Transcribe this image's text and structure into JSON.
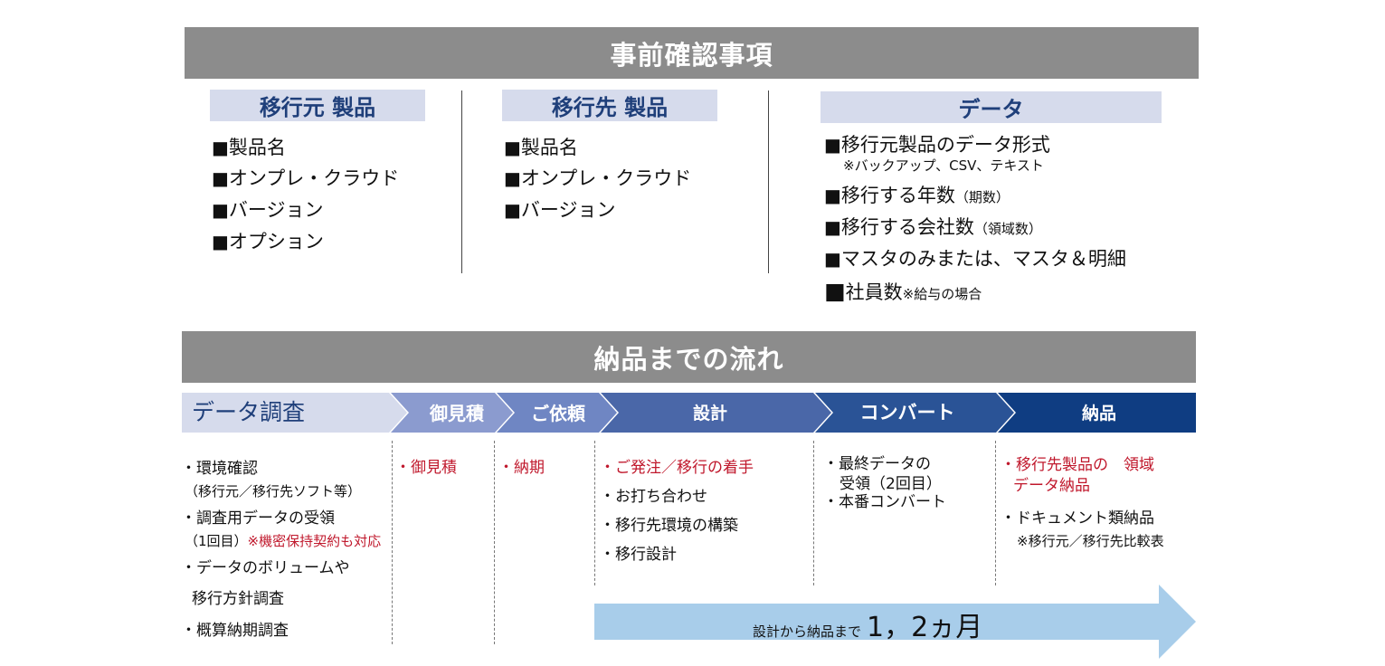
{
  "prechecks": {
    "banner": "事前確認事項",
    "columns": [
      {
        "header": "移行元 製品",
        "items": [
          {
            "marker": "■",
            "text": "製品名"
          },
          {
            "marker": "■",
            "text": "オンプレ・クラウド"
          },
          {
            "marker": "■",
            "text": "バージョン"
          },
          {
            "marker": "■",
            "text": "オプション"
          }
        ]
      },
      {
        "header": "移行先 製品",
        "items": [
          {
            "marker": "■",
            "text": "製品名"
          },
          {
            "marker": "■",
            "text": "オンプレ・クラウド"
          },
          {
            "marker": "■",
            "text": "バージョン"
          }
        ]
      },
      {
        "header": "データ",
        "items": [
          {
            "marker": "■",
            "text": "移行元製品のデータ形式",
            "note": "※バックアップ、CSV、テキスト"
          },
          {
            "marker": "■",
            "text": "移行する年数",
            "small": "（期数）"
          },
          {
            "marker": "■",
            "text": "移行する会社数",
            "small": "（領域数）"
          },
          {
            "marker": "■",
            "text": "マスタのみまたは、マスタ＆明細"
          },
          {
            "marker": "■",
            "text": "社員数",
            "small": "※給与の場合"
          }
        ]
      }
    ]
  },
  "flow": {
    "banner": "納品までの流れ",
    "colors": {
      "step1": "#d6dbec",
      "step2": "#8b9bcf",
      "step3": "#6f86c3",
      "step4": "#4a67a8",
      "step5": "#2a5396",
      "step6": "#0f3d82",
      "red": "#c0182c",
      "arrow": "#a8cdea"
    },
    "steps": [
      {
        "label": "データ調査",
        "details": [
          {
            "text": "・環境確認",
            "sub": "（移行元／移行先ソフト等）"
          },
          {
            "text": "・調査用データの受領",
            "sub": "（1回目）",
            "sub_red": "※機密保持契約も対応"
          },
          {
            "text": "・データのボリュームや"
          },
          {
            "text": "移行方針調査"
          },
          {
            "text": "・概算納期調査"
          }
        ]
      },
      {
        "label": "御見積",
        "details": [
          {
            "text": "・御見積",
            "red": true
          }
        ]
      },
      {
        "label": "ご依頼",
        "details": [
          {
            "text": "・納期",
            "red": true
          }
        ]
      },
      {
        "label": "設計",
        "details": [
          {
            "text": "・ご発注／移行の着手",
            "red": true
          },
          {
            "text": "・お打ち合わせ"
          },
          {
            "text": "・移行先環境の構築"
          },
          {
            "text": "・移行設計"
          }
        ]
      },
      {
        "label": "コンバート",
        "details": [
          {
            "text": "・最終データの"
          },
          {
            "text": "受領（2回目）"
          },
          {
            "text": "・本番コンバート"
          }
        ]
      },
      {
        "label": "納品",
        "details": [
          {
            "text": "・移行先製品の　領域",
            "red": true
          },
          {
            "text": "データ納品",
            "red": true
          },
          {
            "text": "・ドキュメント類納品"
          },
          {
            "text": "※移行元／移行先比較表",
            "note": true
          }
        ]
      }
    ],
    "duration": {
      "label": "設計から納品まで",
      "value": "1，2ヵ月"
    }
  }
}
